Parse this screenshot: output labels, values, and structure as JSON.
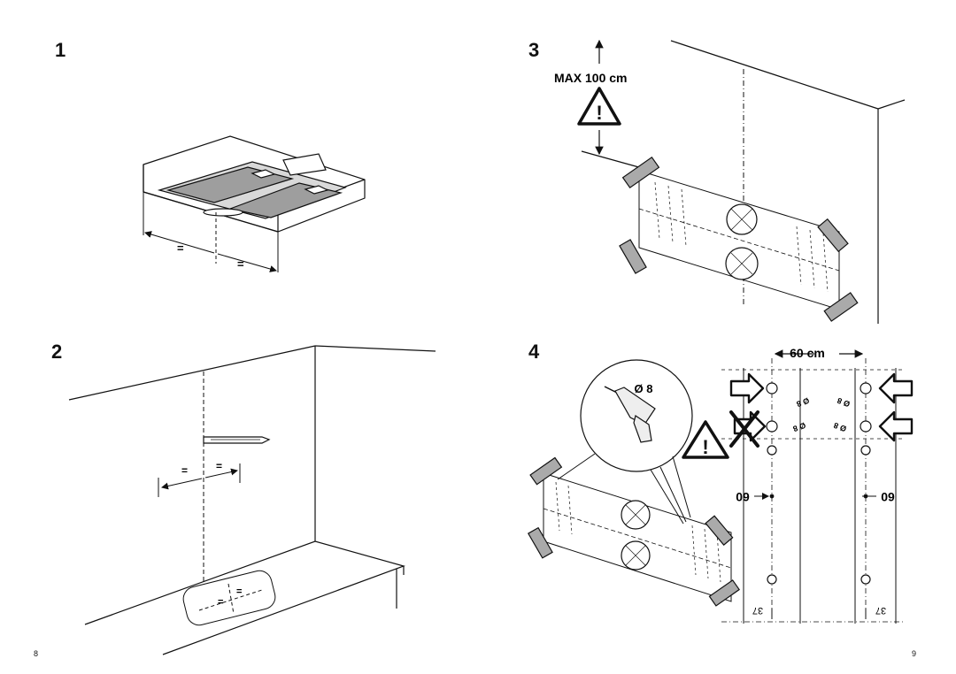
{
  "steps": {
    "s1": "1",
    "s2": "2",
    "s3": "3",
    "s4": "4"
  },
  "step3": {
    "max_label": "MAX 100 cm"
  },
  "step4": {
    "width_label": "60 cm",
    "drill_label": "Ø 8",
    "hole_label": "Ø 8",
    "dist_left": "60",
    "dist_right": "60",
    "bottom_left": "37",
    "bottom_right": "37"
  },
  "equal_sign": "=",
  "page_numbers": {
    "left": "8",
    "right": "9"
  },
  "icons": [
    "warning-icon",
    "pencil-icon",
    "drill-icon",
    "arrow-icon",
    "cross-icon"
  ]
}
